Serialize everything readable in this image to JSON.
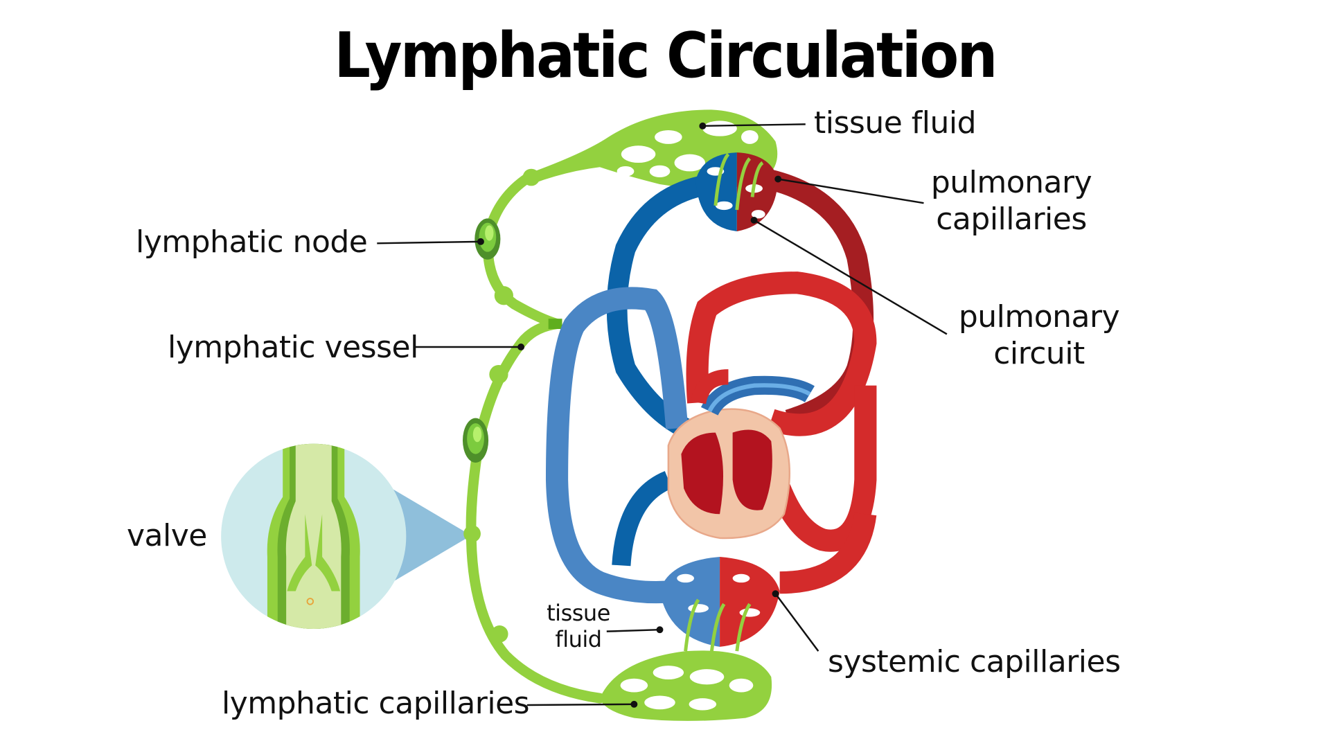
{
  "title": "Lymphatic Circulation",
  "labels": {
    "tissue_fluid_top": "tissue fluid",
    "pulmonary_capillaries": [
      "pulmonary",
      "capillaries"
    ],
    "lymphatic_node": "lymphatic node",
    "pulmonary_circuit": [
      "pulmonary",
      "circuit"
    ],
    "lymphatic_vessel": "lymphatic vessel",
    "valve": "valve",
    "tissue_fluid_bottom": [
      "tissue",
      "fluid"
    ],
    "systemic_capillaries": "systemic capillaries",
    "lymphatic_capillaries": "lymphatic capillaries"
  },
  "colors": {
    "lymph_green": "#93d13f",
    "lymph_dark_green": "#4e8f2a",
    "vein_blue": "#4a86c5",
    "vein_dark_blue": "#0b63a8",
    "artery_red": "#d42b2b",
    "artery_dark_red": "#a51e22",
    "valve_bg": "#cdeaec",
    "heart_tissue": "#f2c5a8"
  }
}
